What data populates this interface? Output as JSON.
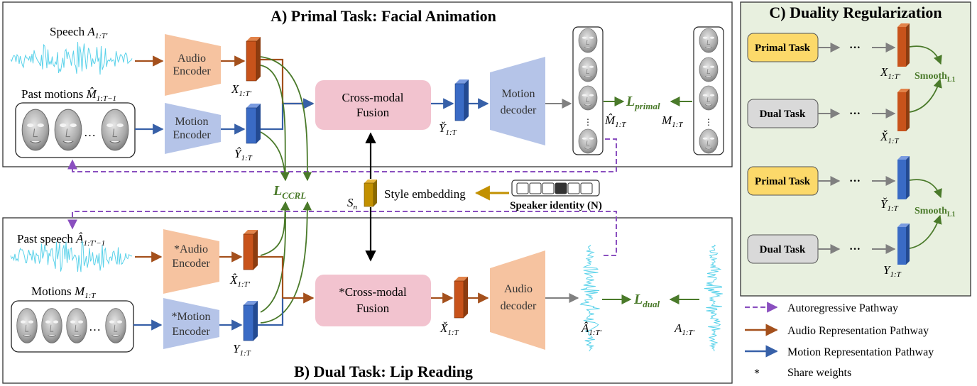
{
  "panels": {
    "primal_title": "A) Primal Task: Facial Animation",
    "dual_title": "B) Dual Task: Lip Reading",
    "duality_title": "C) Duality Regularization"
  },
  "primal": {
    "speech_label": "Speech",
    "speech_var": "A",
    "speech_sub": "1:T′",
    "past_motions_label": "Past motions",
    "past_motions_var": "M̂",
    "past_motions_sub": "1:T−1",
    "ellipsis": "…",
    "audio_encoder": [
      "Audio",
      "Encoder"
    ],
    "motion_encoder": [
      "Motion",
      "Encoder"
    ],
    "x_feat": {
      "var": "X",
      "sub": "1:T′"
    },
    "y_feat": {
      "var": "Ŷ",
      "sub": "1:T"
    },
    "fusion": [
      "Cross-modal",
      "Fusion"
    ],
    "fused": {
      "var": "Y̌",
      "sub": "1:T"
    },
    "decoder": [
      "Motion",
      "decoder"
    ],
    "pred": {
      "var": "M̂",
      "sub": "1:T"
    },
    "gt": {
      "var": "M",
      "sub": "1:T"
    },
    "loss": {
      "var": "L",
      "sub": "primal"
    }
  },
  "middle": {
    "ccrl_loss": {
      "var": "L",
      "sub": "CCRL"
    },
    "style_var": "S",
    "style_sub": "n",
    "style_label": "Style embedding",
    "speaker_label": "Speaker identity (N)"
  },
  "dual": {
    "past_speech_label": "Past speech",
    "past_speech_var": "Â",
    "past_speech_sub": "1:T′−1",
    "motions_label": "Motions",
    "motions_var": "M",
    "motions_sub": "1:T",
    "ellipsis": "…",
    "audio_encoder": [
      "*Audio",
      "Encoder"
    ],
    "motion_encoder": [
      "*Motion",
      "Encoder"
    ],
    "x_feat": {
      "var": "X̂",
      "sub": "1:T′"
    },
    "y_feat": {
      "var": "Y",
      "sub": "1:T"
    },
    "fusion": [
      "*Cross-modal",
      "Fusion"
    ],
    "fused": {
      "var": "X̌",
      "sub": "1:T"
    },
    "decoder": [
      "Audio",
      "decoder"
    ],
    "pred": {
      "var": "Â",
      "sub": "1:T′"
    },
    "gt": {
      "var": "A",
      "sub": "1:T′"
    },
    "loss": {
      "var": "L",
      "sub": "dual"
    }
  },
  "duality": {
    "rows": [
      {
        "task": "Primal Task",
        "color": "#fcd96a",
        "ellipsis": "···",
        "feat_var": "X",
        "feat_sub": "1:T′",
        "feat_color": "#c8531b",
        "smooth": "Smooth",
        "smooth_sub": "L1"
      },
      {
        "task": "Dual Task",
        "color": "#d9d9d9",
        "ellipsis": "···",
        "feat_var": "X̌",
        "feat_sub": "1:T",
        "feat_color": "#c8531b",
        "smooth": "",
        "smooth_sub": ""
      },
      {
        "task": "Primal Task",
        "color": "#fcd96a",
        "ellipsis": "···",
        "feat_var": "Y̌",
        "feat_sub": "1:T",
        "feat_color": "#3a6bc5",
        "smooth": "Smooth",
        "smooth_sub": "L1"
      },
      {
        "task": "Dual Task",
        "color": "#d9d9d9",
        "ellipsis": "···",
        "feat_var": "Y",
        "feat_sub": "1:T",
        "feat_color": "#3a6bc5",
        "smooth": "",
        "smooth_sub": ""
      }
    ]
  },
  "legend": [
    {
      "label": "Autoregressive Pathway",
      "style": "dashed",
      "color": "#8a4fbf"
    },
    {
      "label": "Audio Representation Pathway",
      "style": "solid",
      "color": "#a4501c"
    },
    {
      "label": "Motion Representation Pathway",
      "style": "solid",
      "color": "#3760a8"
    },
    {
      "label": "Share weights",
      "style": "star",
      "symbol": "*"
    }
  ],
  "colors": {
    "audio": "#a4501c",
    "motion": "#3760a8",
    "autoreg": "#8a4fbf",
    "loss": "#4a7a2a",
    "audio_feat": "#c8531b",
    "motion_feat": "#3a6bc5",
    "fusion_box": "#f2c3cf",
    "audio_block": "#f6c3a0",
    "motion_block": "#b5c4e8",
    "panel_c_bg": "#e8f0df",
    "wave": "#5ad2ea"
  }
}
